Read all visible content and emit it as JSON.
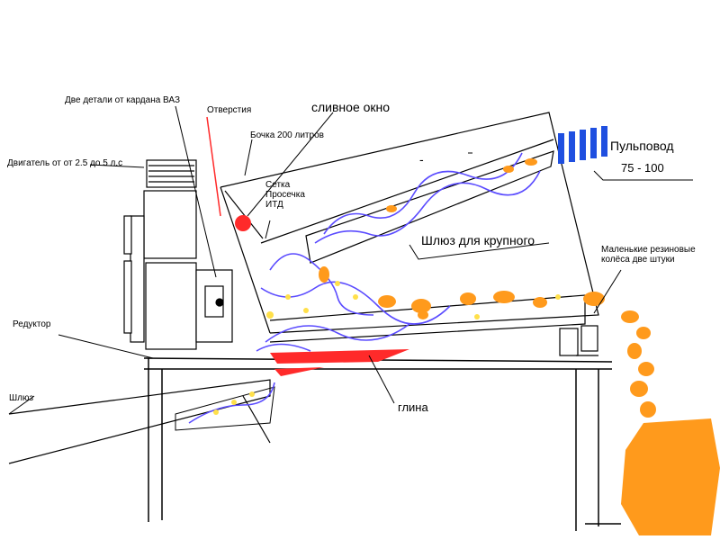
{
  "labels": {
    "cardan": "Две детали от кардана ВАЗ",
    "engine": "Двигатель от от 2.5 до 5 л.с",
    "holes": "Отверстия",
    "drain_window": "сливное окно",
    "barrel": "Бочка 200 литров",
    "mesh": "Сетка Просечка ИТД",
    "pulp_pipe": "Пульповод",
    "pulp_pipe_size": "75 - 100",
    "minus_sign": "-",
    "large_sluice": "Шлюз для крупного",
    "wheels": "Маленькие резиновые колёса две штуки",
    "reducer": "Редуктор",
    "sluice": "Шлюз",
    "clay": "глина"
  },
  "colors": {
    "line": "#000000",
    "orange": "#ff9a1c",
    "yellow": "#ffe04a",
    "blue_scribble": "#5a4bff",
    "red": "#ff2a2a",
    "pipe_blue": "#1f4fe0"
  },
  "icons": {
    "engine": "engine-icon",
    "drum": "barrel-icon",
    "pipe": "pipe-icon",
    "wheels": "wheel-icon"
  }
}
